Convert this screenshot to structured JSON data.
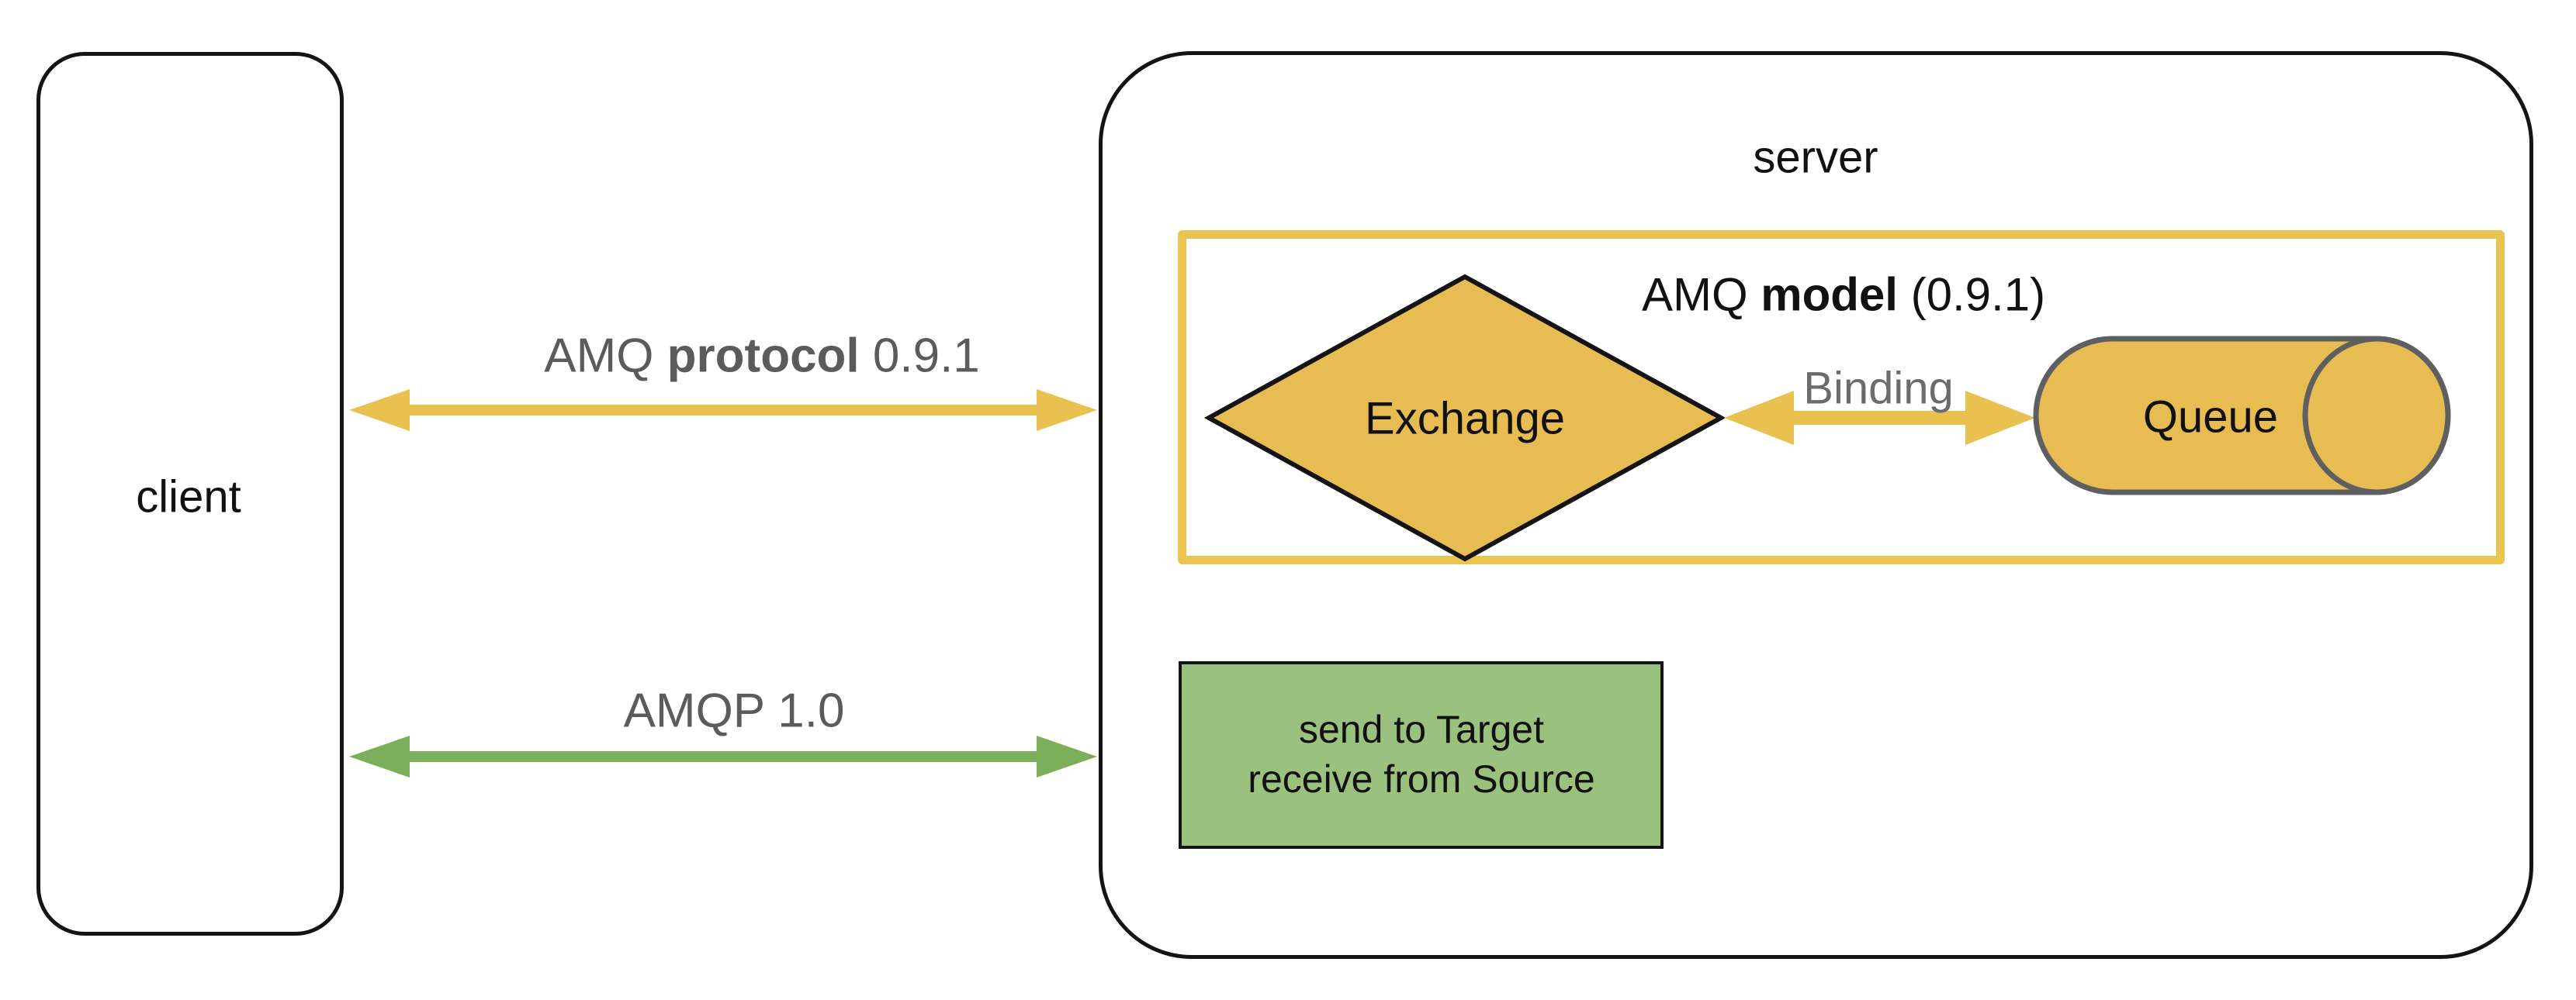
{
  "colors": {
    "gold_fill": "#E7BD53",
    "gold_arrow": "#E9C150",
    "green_arrow": "#7CAF5A",
    "green_box_fill": "#9AC17D",
    "cylinder_stroke": "#5E5F61",
    "diamond_stroke": "#141414"
  },
  "client": {
    "label": "client"
  },
  "server": {
    "label": "server"
  },
  "model_box": {
    "title_prefix": "AMQ ",
    "title_bold": "model",
    "title_suffix": " (0.9.1)"
  },
  "nodes": {
    "exchange": {
      "label": "Exchange"
    },
    "queue": {
      "label": "Queue"
    },
    "binding": {
      "label": "Binding"
    }
  },
  "connections": {
    "amq_protocol": {
      "prefix": "AMQ ",
      "bold": "protocol",
      "suffix": " 0.9.1"
    },
    "amqp": {
      "label": "AMQP 1.0"
    }
  },
  "green_box": {
    "line1_prefix": "send to ",
    "line1_bold": "Target",
    "line2_prefix": "receive from ",
    "line2_bold": "Source"
  }
}
